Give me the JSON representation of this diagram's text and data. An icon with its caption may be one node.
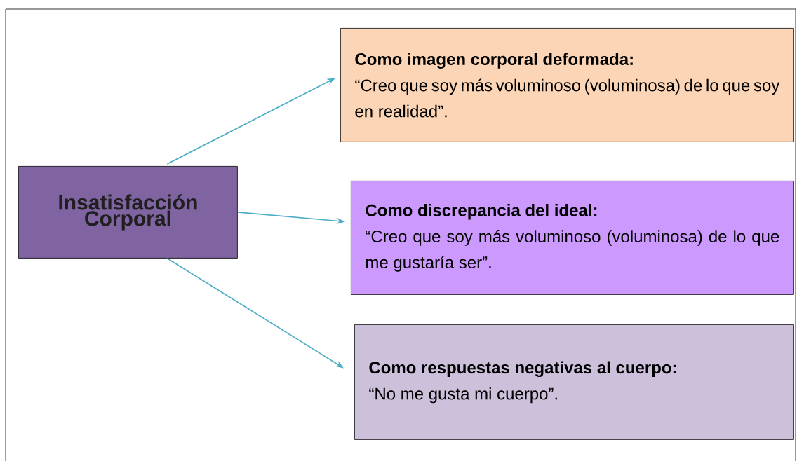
{
  "diagram": {
    "nodes": [
      {
        "text": [
          "Insatisfacción Corporal"
        ]
      },
      {
        "text": [
          "Como imagen corporal deformada:",
          "“Creo que soy más voluminoso (voluminosa) de lo que soy en realidad”."
        ]
      },
      {
        "text": [
          "Como discrepancia del ideal:",
          "“Creo que soy más voluminoso (voluminosa) de lo que me gustaría ser”."
        ]
      },
      {
        "text": [
          "Como respuestas negativas al cuerpo:",
          "“No me gusta mi cuerpo”."
        ]
      }
    ],
    "edges": [
      {
        "from": 0,
        "to": 1,
        "arrow": "to"
      },
      {
        "from": 0,
        "to": 2,
        "arrow": "to"
      },
      {
        "from": 0,
        "to": 3,
        "arrow": "to"
      }
    ]
  }
}
